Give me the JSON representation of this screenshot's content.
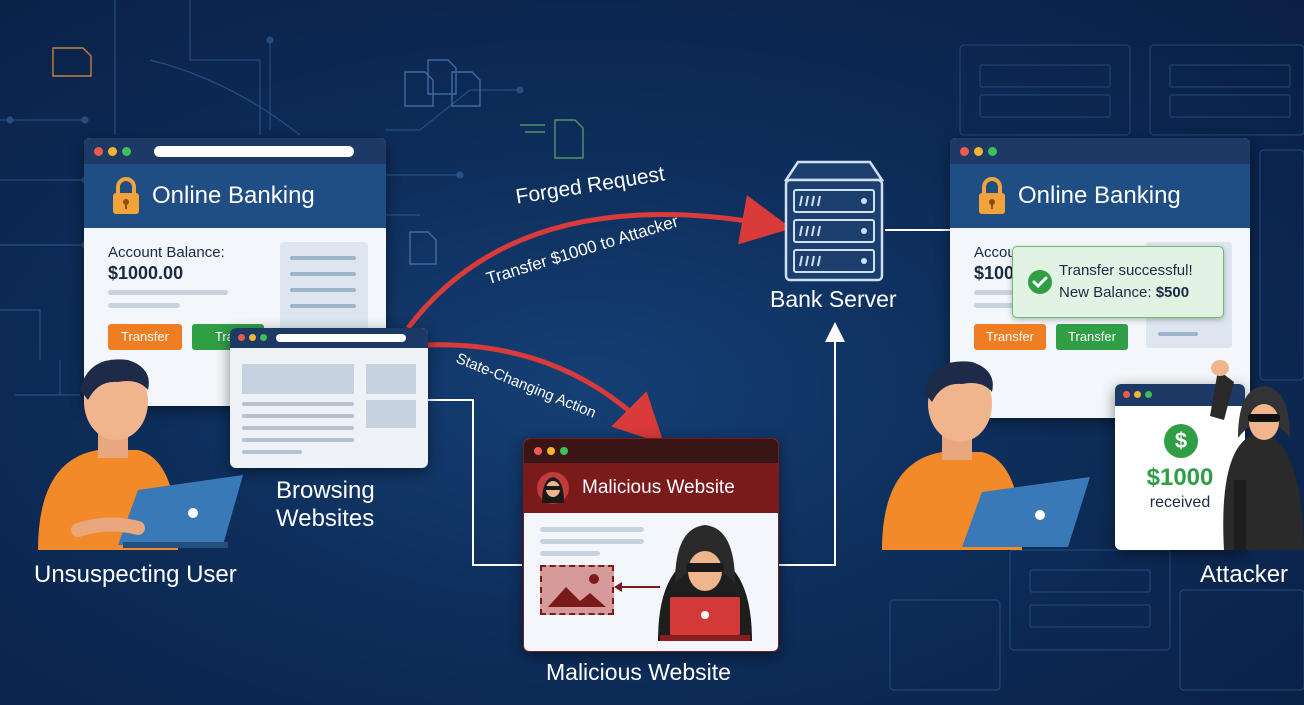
{
  "colors": {
    "background": "#0d2d5a",
    "arrow": "#d93a3a",
    "transfer_orange": "#ef7d22",
    "transfer_green": "#2f9e44",
    "malicious_red": "#7a1a1a",
    "success_green": "#2f9e44"
  },
  "left_bank": {
    "title": "Online Banking",
    "balance_label": "Account Balance:",
    "balance_value": "$1000.00",
    "btn_transfer_1": "Transfer",
    "btn_transfer_2": "Tran"
  },
  "right_bank": {
    "title": "Online Banking",
    "balance_label_partial": "Accou",
    "balance_value_partial": "$100",
    "btn_transfer_1": "Transfer",
    "btn_transfer_2": "Transfer"
  },
  "toast": {
    "line1": "Transfer successful!",
    "line2_prefix": "New Balance: ",
    "line2_value": "$500"
  },
  "arrows": {
    "forged_title": "Forged Request",
    "forged_sub": "Transfer $1000 to Attacker",
    "state_changing": "State-Changing Action"
  },
  "malicious_site": {
    "title": "Malicious Website"
  },
  "received": {
    "amount": "$1000",
    "text": "received",
    "dollar": "$"
  },
  "labels": {
    "user": "Unsuspecting User",
    "browsing_line1": "Browsing",
    "browsing_line2": "Websites",
    "bank_server": "Bank Server",
    "malicious": "Malicious Website",
    "attacker": "Attacker"
  },
  "icons": [
    "padlock-icon",
    "server-icon",
    "check-icon",
    "dollar-icon",
    "image-icon",
    "hacker-icon",
    "document-icon"
  ]
}
